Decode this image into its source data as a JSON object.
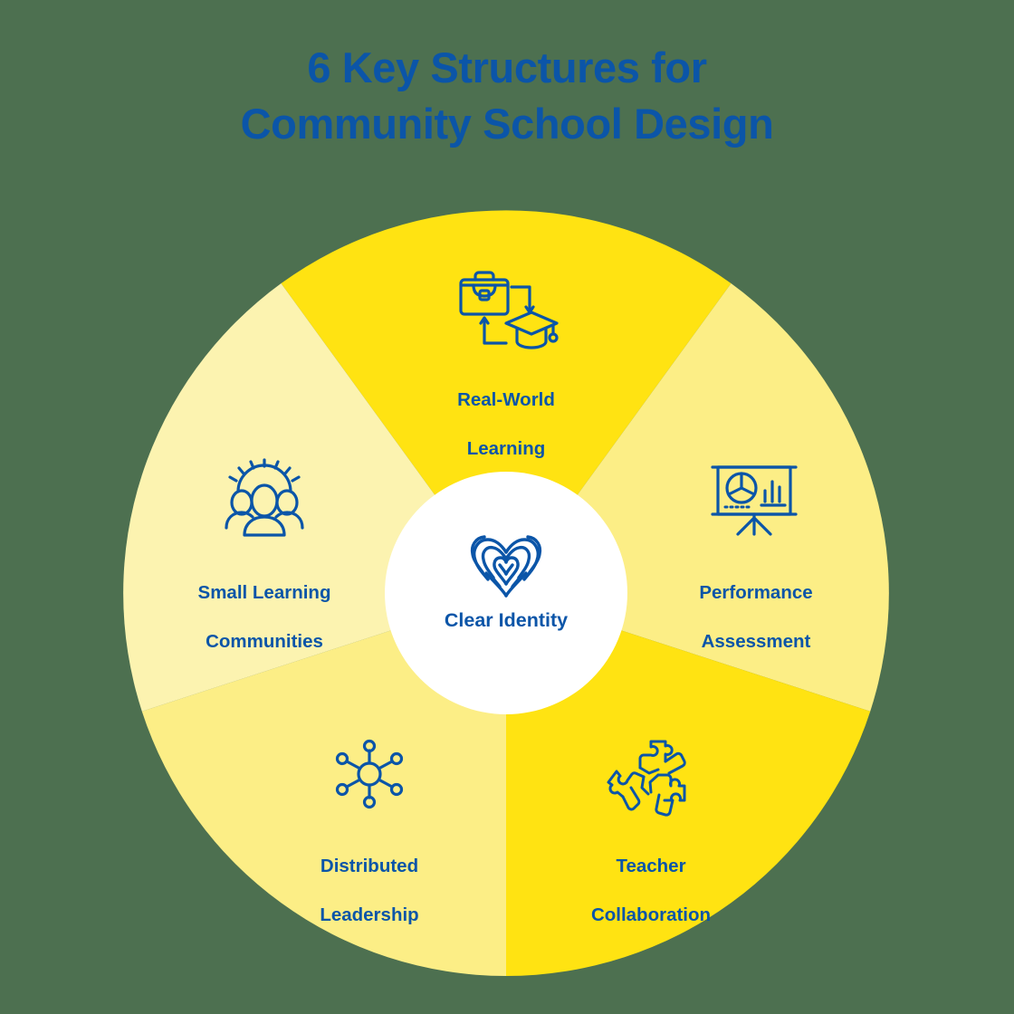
{
  "page": {
    "background_color": "#4d7050",
    "accent_blue": "#0b55a8",
    "center_circle_color": "#ffffff"
  },
  "title": {
    "line1": "6 Key Structures for",
    "line2": "Community School Design",
    "color": "#0b55a8"
  },
  "center": {
    "label": "Clear Identity",
    "icon": "fingerprint-heart-icon"
  },
  "chart_data": {
    "type": "pie",
    "title": "6 Key Structures for Community School Design",
    "categories": [
      "Real-World Learning",
      "Performance Assessment",
      "Teacher Collaboration",
      "Distributed Leadership",
      "Small Learning Communities"
    ],
    "values": [
      72,
      72,
      72,
      72,
      72
    ],
    "units": "degrees",
    "center_hole_label": "Clear Identity",
    "colors": [
      "#ffe312",
      "#fcee86",
      "#ffe312",
      "#fcee86",
      "#fcf3b0"
    ],
    "legend": "none",
    "grid": false
  },
  "segments": [
    {
      "id": "real-world-learning",
      "label_line1": "Real-World",
      "label_line2": "Learning",
      "label": "Real-World Learning",
      "color": "#ffe312",
      "icon": "briefcase-graduation-cap-icon",
      "start_angle": -36,
      "end_angle": 36
    },
    {
      "id": "performance-assessment",
      "label_line1": "Performance",
      "label_line2": "Assessment",
      "label": "Performance Assessment",
      "color": "#fcee86",
      "icon": "presentation-chart-icon",
      "start_angle": 36,
      "end_angle": 108
    },
    {
      "id": "teacher-collaboration",
      "label_line1": "Teacher",
      "label_line2": "Collaboration",
      "label": "Teacher Collaboration",
      "color": "#ffe312",
      "icon": "puzzle-hands-icon",
      "start_angle": 108,
      "end_angle": 180
    },
    {
      "id": "distributed-leadership",
      "label_line1": "Distributed",
      "label_line2": "Leadership",
      "label": "Distributed Leadership",
      "color": "#fcee86",
      "icon": "network-hub-icon",
      "start_angle": 180,
      "end_angle": 252
    },
    {
      "id": "small-learning-communities",
      "label_line1": "Small Learning",
      "label_line2": "Communities",
      "label": "Small Learning Communities",
      "color": "#fcf3b0",
      "icon": "people-group-icon",
      "start_angle": 252,
      "end_angle": 324
    }
  ]
}
